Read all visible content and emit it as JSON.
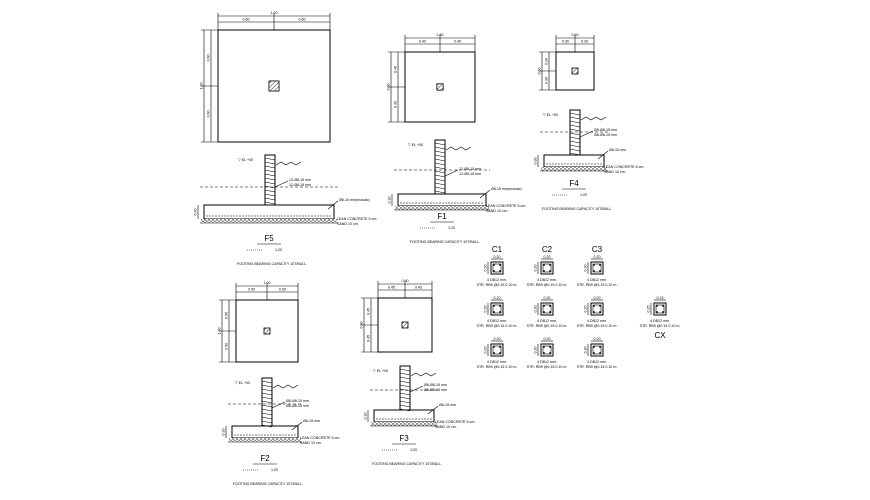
{
  "footings": [
    {
      "id": "f5",
      "label": "F5",
      "scale": "1:20",
      "plan_dims": {
        "total": "1.20",
        "half_left": "0.60",
        "half_right": "0.60",
        "side_total": "1.20",
        "side_a": "0.60",
        "side_b": "0.60"
      },
      "level": "▽ EL +00",
      "bars": [
        "12-Ø8-15 mm",
        "12-Ø8-15 mm"
      ],
      "bars2": "Ø8-15 mm(mosaic)",
      "notes": [
        "LEAN CONCRETE 5 cm.",
        "SAND 10 cm."
      ],
      "title": "FOOTING BEARING CAPACITY 10T/BULL",
      "depth": "0.40"
    },
    {
      "id": "f1",
      "label": "F1",
      "scale": "1:20",
      "plan_dims": {
        "total": "0.80",
        "half_left": "0.40",
        "half_right": "0.40",
        "side_total": "0.80",
        "side_a": "0.40",
        "side_b": "0.40"
      },
      "level": "▽ EL +00",
      "bars": [
        "12-Ø8-15 mm",
        "12-Ø8-15 mm"
      ],
      "bars2": "Ø8-15 mm(mosaic)",
      "notes": [
        "LEAN CONCRETE 5 cm.",
        "SAND 10 cm."
      ],
      "title": "FOOTING BEARING CAPACITY 10T/BULL",
      "depth": "0.30"
    },
    {
      "id": "f4",
      "label": "F4",
      "scale": "1:20",
      "plan_dims": {
        "total": "0.60",
        "half_left": "0.30",
        "half_right": "0.30",
        "side_total": "0.60",
        "side_a": "0.30",
        "side_b": "0.30"
      },
      "level": "▽ EL +00",
      "bars": [
        "Ø8-Ø8-15 mm",
        "Ø8-Ø8-15 mm"
      ],
      "bars2": "Ø8-15 mm",
      "notes": [
        "LEAN CONCRETE 5 cm.",
        "SAND 10 cm."
      ],
      "title": "FOOTING BEARING CAPACITY 10T/BULL",
      "depth": "0.30"
    },
    {
      "id": "f2",
      "label": "F2",
      "scale": "1:20",
      "plan_dims": {
        "total": "1.00",
        "half_left": "0.50",
        "half_right": "0.50",
        "side_total": "1.00",
        "side_a": "0.50",
        "side_b": "0.50"
      },
      "level": "▽ EL +00",
      "bars": [
        "Ø8-Ø8-15 mm",
        "Ø8-Ø8-15 mm"
      ],
      "bars2": "Ø8-15 mm",
      "notes": [
        "LEAN CONCRETE 5 cm.",
        "SAND 10 cm."
      ],
      "title": "FOOTING BEARING CAPACITY 10T/BULL",
      "depth": "0.30"
    },
    {
      "id": "f3",
      "label": "F3",
      "scale": "1:20",
      "plan_dims": {
        "total": "0.90",
        "half_left": "0.45",
        "half_right": "0.45",
        "side_total": "0.90",
        "side_a": "0.45",
        "side_b": "0.45"
      },
      "level": "▽ EL +00",
      "bars": [
        "Ø8-Ø8-15 mm",
        "Ø8-Ø8-15 mm"
      ],
      "bars2": "Ø8-15 mm",
      "notes": [
        "LEAN CONCRETE 5 cm.",
        "SAND 10 cm."
      ],
      "title": "FOOTING BEARING CAPACITY 10T/BULL",
      "depth": "0.30"
    }
  ],
  "columns": {
    "headers": [
      "C1",
      "C2",
      "C3"
    ],
    "rows": [
      [
        {
          "dim": "0.20",
          "bars": "4 DB12 mm.",
          "ties": "STR. RB9 @0.15 0.10 m."
        },
        {
          "dim": "0.20",
          "bars": "4 DB12 mm.",
          "ties": "STR. RB9 @0.15 0.10 m."
        },
        {
          "dim": "0.20",
          "bars": "4 DB12 mm.",
          "ties": "STR. RB9 @0.15 0.10 m."
        }
      ],
      [
        {
          "dim": "0.20",
          "bars": "4 DB12 mm.",
          "ties": "STR. RB9 @0.15 0.10 m."
        },
        {
          "dim": "0.20",
          "bars": "4 DB12 mm.",
          "ties": "STR. RB9 @0.15 0.10 m."
        },
        {
          "dim": "0.20",
          "bars": "4 DB12 mm.",
          "ties": "STR. RB9 @0.15 0.10 m."
        }
      ],
      [
        {
          "dim": "0.20",
          "bars": "4 DB12 mm.",
          "ties": "STR. RB9 @0.15 0.10 m."
        },
        {
          "dim": "0.20",
          "bars": "4 DB12 mm.",
          "ties": "STR. RB9 @0.15 0.10 m."
        },
        {
          "dim": "0.20",
          "bars": "4 DB12 mm.",
          "ties": "STR. RB9 @0.15 0.10 m."
        }
      ]
    ],
    "extra": {
      "label": "CX",
      "dim": "0.15",
      "bars": "4 DB12 mm.",
      "ties": "STR. RB9 @0.15 0.10 m."
    }
  },
  "colors": {
    "line": "#000000",
    "background": "#ffffff"
  }
}
